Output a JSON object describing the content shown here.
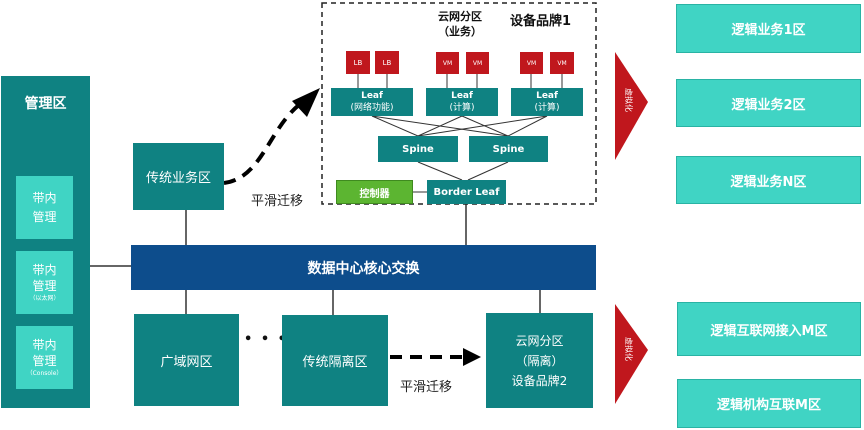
{
  "mgmt": {
    "title": "管理区",
    "items": [
      {
        "line1": "带内",
        "line2": "管理",
        "sub": ""
      },
      {
        "line1": "带内",
        "line2": "管理",
        "sub": "（以太网）"
      },
      {
        "line1": "带内",
        "line2": "管理",
        "sub": "（Console）"
      }
    ]
  },
  "cloud1": {
    "title_line1": "云网分区",
    "title_line2": "（业务）",
    "vendor": "设备品牌1",
    "lb": "LB",
    "vm": "VM",
    "leaves": [
      {
        "line1": "Leaf",
        "line2": "(网络功能)"
      },
      {
        "line1": "Leaf",
        "line2": "(计算)"
      },
      {
        "line1": "Leaf",
        "line2": "(计算)"
      }
    ],
    "spine": "Spine",
    "controller": "控制器",
    "border_leaf": "Border Leaf"
  },
  "legacy_business": "传统业务区",
  "smooth_migration": "平滑迁移",
  "core": "数据中心核心交换",
  "wan": "广域网区",
  "ellipsis": "• • •",
  "legacy_isolation": "传统隔离区",
  "cloud2": {
    "line1": "云网分区",
    "line2": "（隔离）",
    "line3": "设备品牌2"
  },
  "virtualization": "虚拟化",
  "logical": [
    "逻辑业务1区",
    "逻辑业务2区",
    "逻辑业务N区",
    "逻辑互联网接入M区",
    "逻辑机构互联M区"
  ],
  "colors": {
    "teal": "#0f8282",
    "light_teal": "#40d4c4",
    "core_blue": "#0d4d8c",
    "red": "#c0171d",
    "green": "#5cb531"
  }
}
